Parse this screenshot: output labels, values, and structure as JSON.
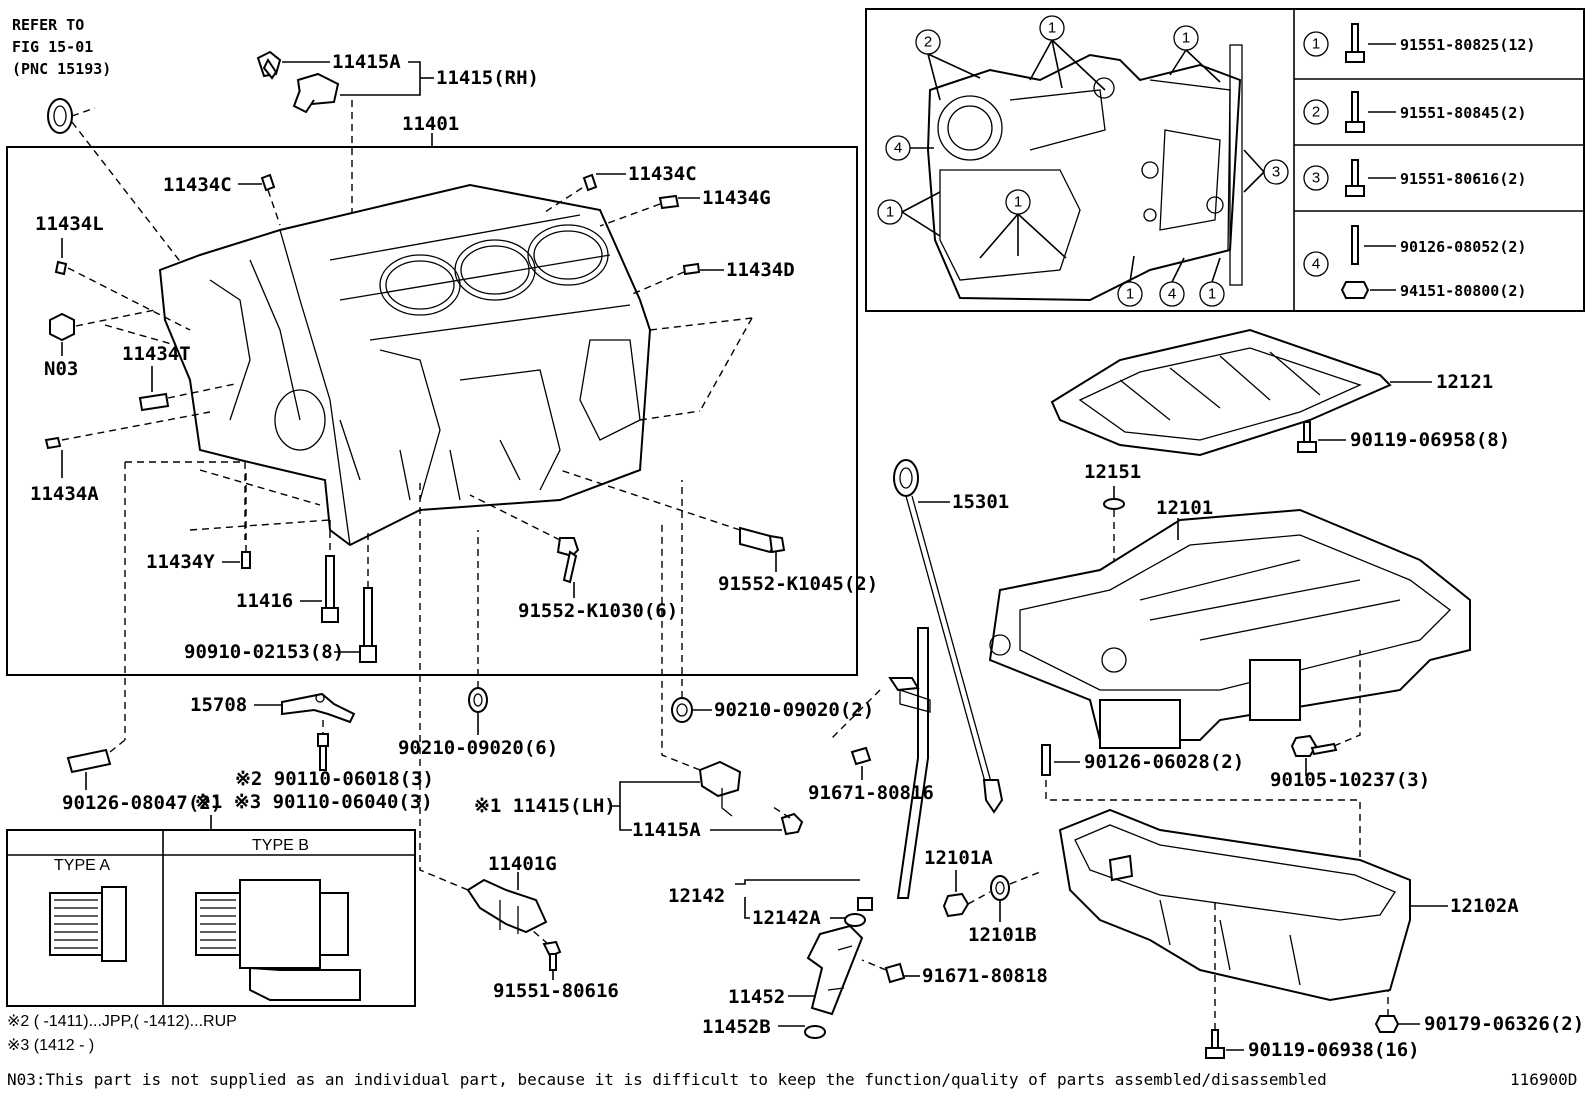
{
  "diagram_id": "116900D",
  "refer_note": {
    "line1": "REFER TO",
    "line2": "FIG 15-01",
    "line3": "(PNC 15193)"
  },
  "callouts": {
    "c11415A_top": "11415A",
    "c11415RH": "11415(RH)",
    "c11401": "11401",
    "c11434C_left": "11434C",
    "c11434C_right": "11434C",
    "c11434G": "11434G",
    "c11434L": "11434L",
    "c11434D": "11434D",
    "cN03": "N03",
    "c11434T": "11434T",
    "c11434A": "11434A",
    "c11434Y": "11434Y",
    "c11416": "11416",
    "c90910": "90910-02153(8)",
    "c91552_K1030": "91552-K1030(6)",
    "c91552_K1045": "91552-K1045(2)",
    "c15708": "15708",
    "c90210_6": "90210-09020(6)",
    "c90210_2": "90210-09020(2)",
    "c90126_08047": "90126-08047(2)",
    "c90110_06018": "※2 90110-06018(3)",
    "c90110_06040": "※1 ※3 90110-06040(3)",
    "c11415LH": "※1 11415(LH)",
    "c11415A_bottom": "11415A",
    "c11401G": "11401G",
    "c91551_80616_bottom": "91551-80616",
    "c91671_80816": "91671-80816",
    "c12142": "12142",
    "c12142A": "12142A",
    "c11452": "11452",
    "c11452B": "11452B",
    "c15301": "15301",
    "c12151": "12151",
    "c12101": "12101",
    "c12121": "12121",
    "c90119_06958": "90119-06958(8)",
    "c90126_06028": "90126-06028(2)",
    "c90105_10237": "90105-10237(3)",
    "c12101A": "12101A",
    "c12101B": "12101B",
    "c91671_80818": "91671-80818",
    "c12102A": "12102A",
    "c90179_06326": "90179-06326(2)",
    "c90119_06938": "90119-06938(16)"
  },
  "bolt_table": [
    {
      "num": "1",
      "parts": [
        "91551-80825(12)"
      ]
    },
    {
      "num": "2",
      "parts": [
        "91551-80845(2)"
      ]
    },
    {
      "num": "3",
      "parts": [
        "91551-80616(2)"
      ]
    },
    {
      "num": "4",
      "parts": [
        "90126-08052(2)",
        "94151-80800(2)"
      ]
    }
  ],
  "inset_markers": [
    "1",
    "1",
    "1",
    "1",
    "1",
    "1",
    "2",
    "3",
    "4",
    "4"
  ],
  "type_table": {
    "type_a": "TYPE A",
    "type_b": "TYPE B"
  },
  "notes": {
    "note2": "※2 (       -1411)...JPP,(       -1412)...RUP",
    "note3": "※3 (1412 -      )",
    "n03_footnote": "N03:This part is not supplied as an individual part, because it is difficult to keep the function/quality of parts assembled/disassembled"
  }
}
